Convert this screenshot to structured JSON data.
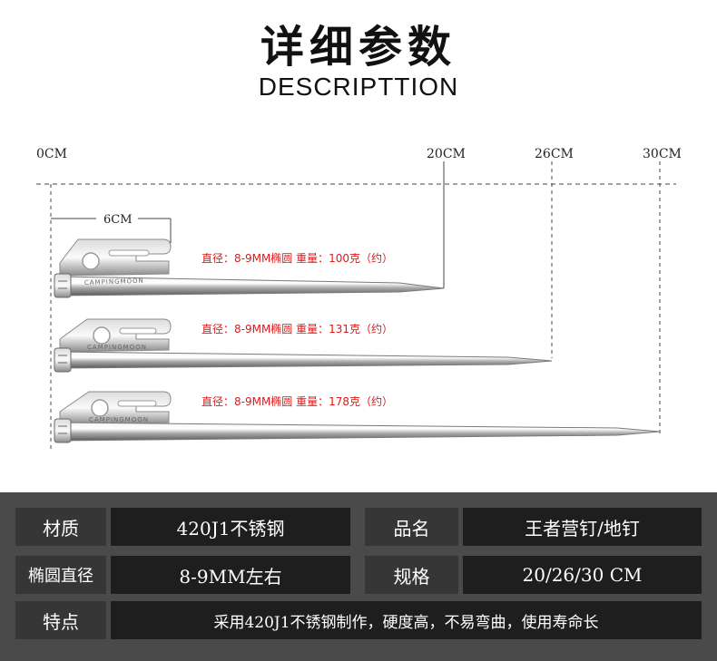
{
  "header": {
    "title_cn": "详细参数",
    "title_en": "DESCRIPTTION"
  },
  "ruler": {
    "marks": [
      "0CM",
      "20CM",
      "26CM",
      "30CM"
    ],
    "head_width": "6CM"
  },
  "stakes": [
    {
      "spec": "直径：8-9MM椭圆 重量：100克（约）",
      "brand": "CAMPINGMOON"
    },
    {
      "spec": "直径：8-9MM椭圆 重量：131克（约）",
      "brand": "CAMPINGMOON"
    },
    {
      "spec": "直径：8-9MM椭圆 重量：178克（约）",
      "brand": "CAMPINGMOON"
    }
  ],
  "specs": {
    "material_label": "材质",
    "material_value": "420J1不锈钢",
    "name_label": "品名",
    "name_value": "王者营钉/地钉",
    "diameter_label": "椭圆直径",
    "diameter_value": "8-9MM左右",
    "size_label": "规格",
    "size_value": "20/26/30 CM",
    "feature_label": "特点",
    "feature_value": "采用420J1不锈钢制作，硬度高，不易弯曲，使用寿命长"
  },
  "colors": {
    "spec_text": "#e01818",
    "table_bg": "#4a4a4a",
    "key_cell": "#363636",
    "value_cell": "#1e1e1e"
  }
}
